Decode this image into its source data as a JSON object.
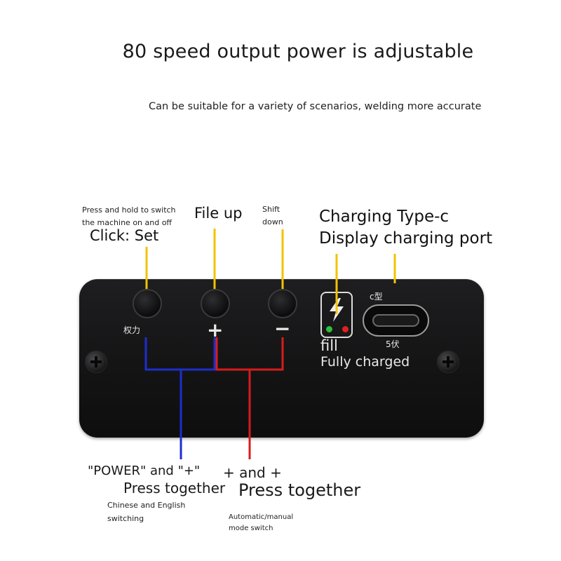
{
  "header": {
    "title": "80 speed output power is adjustable",
    "subtitle": "Can be suitable for a variety of scenarios, welding more accurate"
  },
  "callouts": {
    "power_hint_line1": "Press and hold to switch",
    "power_hint_line2": "the machine on and off",
    "power_click": "Click: Set",
    "file_up": "File up",
    "shift_line1": "Shift",
    "shift_line2": "down",
    "charging_line1": "Charging Type-c",
    "charging_line2": "Display charging port",
    "combo1_line1": "\"POWER\" and \"+\"",
    "combo1_line2": "Press together",
    "combo1_note_line1": "Chinese and English",
    "combo1_note_line2": "switching",
    "combo2_line1": "+ and +",
    "combo2_line2": "Press together",
    "combo2_note_line1": "Automatic/manual",
    "combo2_note_line2": "mode switch"
  },
  "panel": {
    "power_label": "权力",
    "plus_label": "+",
    "minus_label": "−",
    "port_type_label": "c型",
    "port_voltage_label": "5伏",
    "status_fill": "fill",
    "status_full": "Fully charged"
  },
  "colors": {
    "yellow_line": "#f2c300",
    "blue_line": "#1c2fcc",
    "red_line": "#d81c1c",
    "led_green": "#2fbf3a",
    "led_red": "#e02020"
  },
  "icons": {
    "charge": "lightning-bolt-icon",
    "port": "usb-c-port-icon"
  }
}
